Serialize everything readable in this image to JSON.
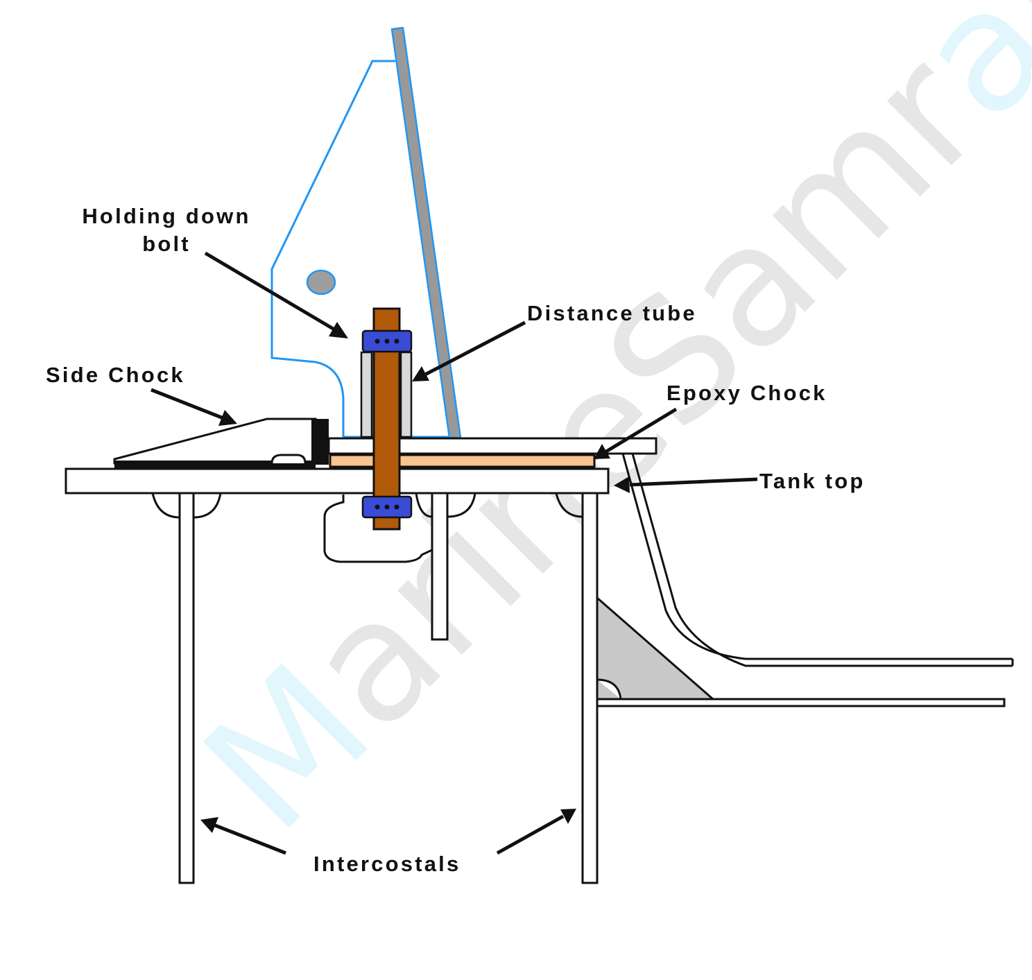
{
  "watermark": {
    "text_dark": "Marine",
    "text_light": "Samraj",
    "color_dark": "#555555",
    "color_accent": "#33c6f4"
  },
  "labels": {
    "holding_down_bolt_line1": "Holding down",
    "holding_down_bolt_line2": "bolt",
    "distance_tube": "Distance tube",
    "side_chock": "Side Chock",
    "epoxy_chock": "Epoxy Chock",
    "tank_top": "Tank top",
    "intercostals": "Intercostals"
  },
  "colors": {
    "bolt": "#b15a0a",
    "nut": "#3a4bd6",
    "epoxy": "#f8c48f",
    "bedplate_outline": "#2196f3",
    "web_plate": "#999999",
    "bracket": "#c8c8c8",
    "tube": "#d8d8d8"
  }
}
